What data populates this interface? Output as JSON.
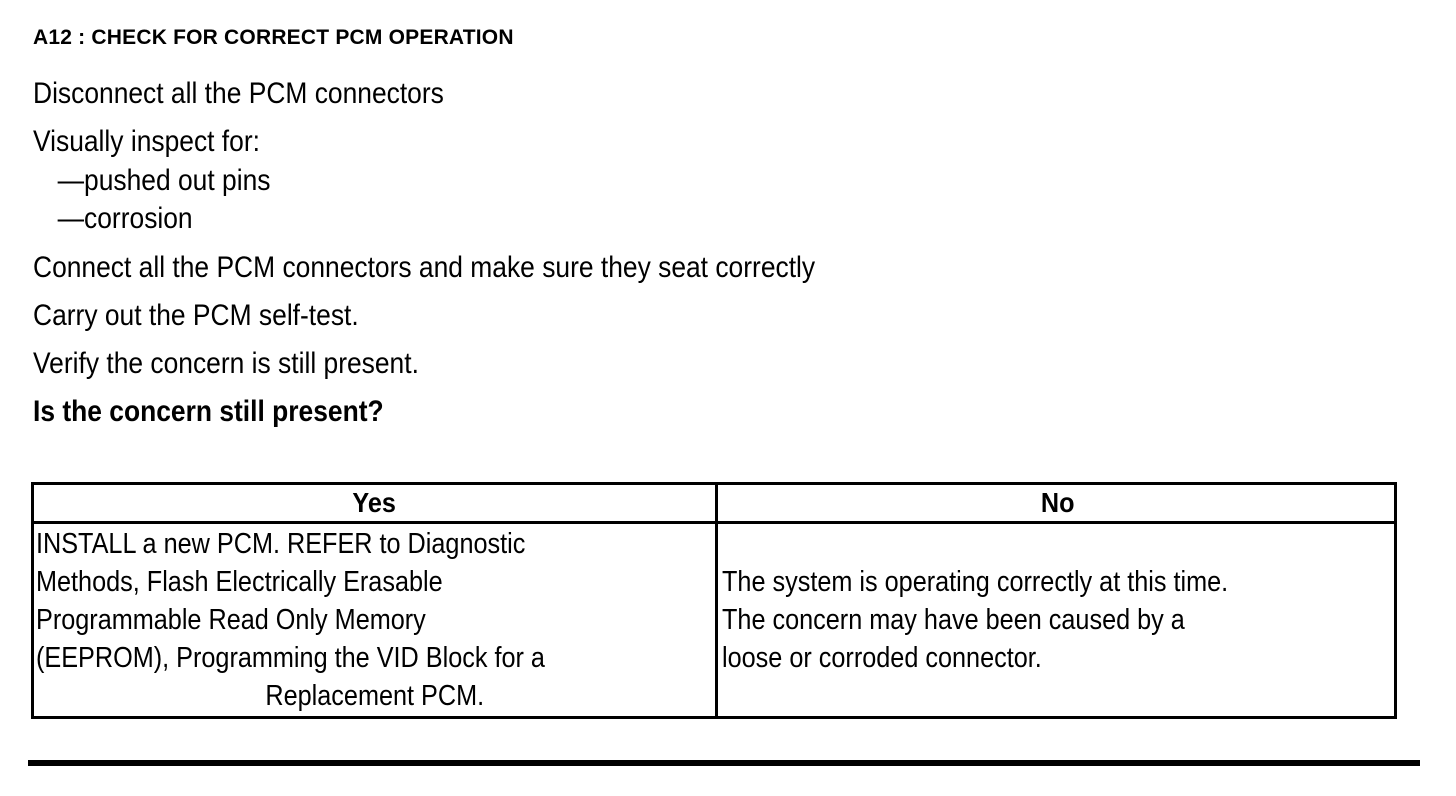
{
  "document": {
    "step_title": "A12 : CHECK FOR CORRECT PCM OPERATION",
    "body_lines": [
      "Disconnect all the PCM connectors",
      "Visually inspect for:",
      "—pushed out pins",
      "—corrosion",
      "Connect all the PCM connectors and make sure they seat correctly",
      "Carry out the PCM self-test.",
      "Verify the concern is still present.",
      "Is the concern still present?"
    ],
    "decision_table": {
      "headers": {
        "yes": "Yes",
        "no": "No"
      },
      "yes_cell_lines": [
        "INSTALL a new PCM. REFER to Diagnostic",
        "Methods, Flash Electrically Erasable",
        "Programmable Read Only Memory",
        "(EEPROM), Programming the VID Block for a",
        "Replacement PCM."
      ],
      "no_cell_lines": [
        "The system is operating correctly at this time.",
        "The concern may have been caused by a",
        "loose or corroded connector."
      ]
    },
    "colors": {
      "ink": "#000000",
      "paper": "#ffffff"
    }
  }
}
